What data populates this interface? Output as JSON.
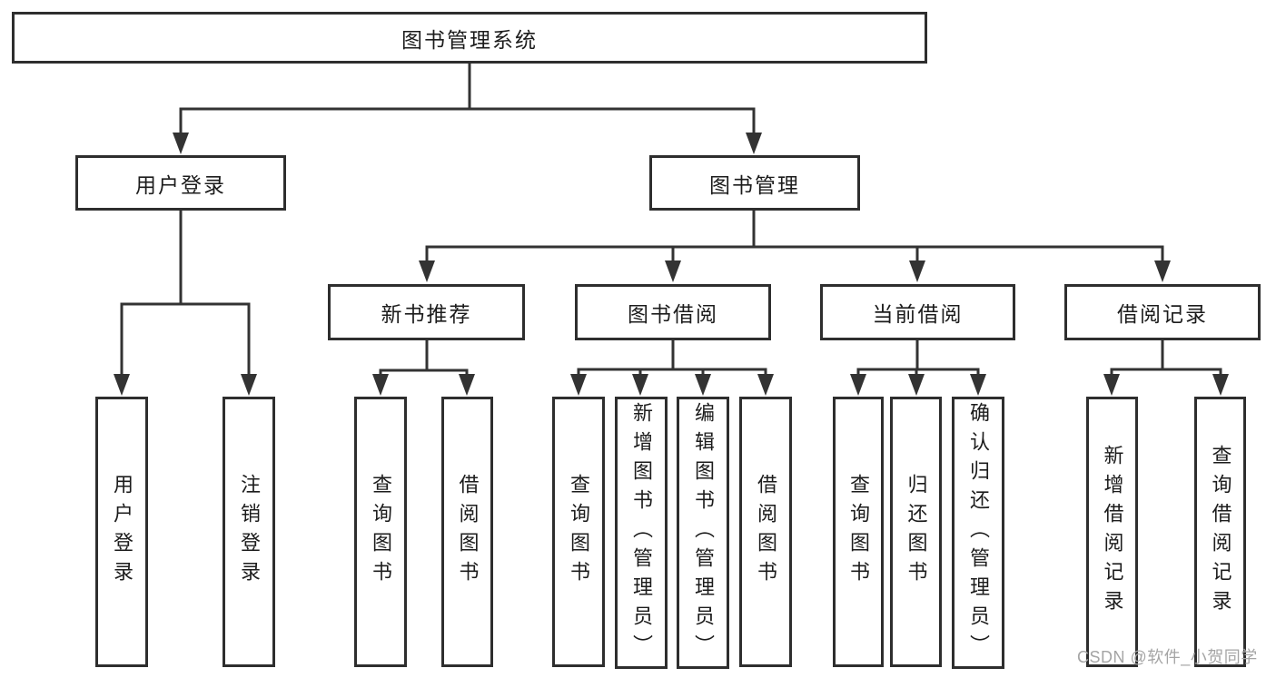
{
  "diagram_title": "图书管理系统",
  "tree": {
    "root": {
      "label": "图书管理系统",
      "children": [
        {
          "label": "用户登录",
          "children": [
            {
              "label": "用户登录"
            },
            {
              "label": "注销登录"
            }
          ]
        },
        {
          "label": "图书管理",
          "children": [
            {
              "label": "新书推荐",
              "children": [
                {
                  "label": "查询图书"
                },
                {
                  "label": "借阅图书"
                }
              ]
            },
            {
              "label": "图书借阅",
              "children": [
                {
                  "label": "查询图书"
                },
                {
                  "label": "新增图书（管理员）"
                },
                {
                  "label": "编辑图书（管理员）"
                },
                {
                  "label": "借阅图书"
                }
              ]
            },
            {
              "label": "当前借阅",
              "children": [
                {
                  "label": "查询图书"
                },
                {
                  "label": "归还图书"
                },
                {
                  "label": "确认归还（管理员）"
                }
              ]
            },
            {
              "label": "借阅记录",
              "children": [
                {
                  "label": "新增借阅记录"
                },
                {
                  "label": "查询借阅记录"
                }
              ]
            }
          ]
        }
      ]
    }
  },
  "watermark": "CSDN @软件_小贺同学",
  "colors": {
    "line": "#333333",
    "box_border": "#2e2e2e",
    "text": "#1c1c1c",
    "background": "#ffffff",
    "watermark": "#a5a5a5"
  }
}
